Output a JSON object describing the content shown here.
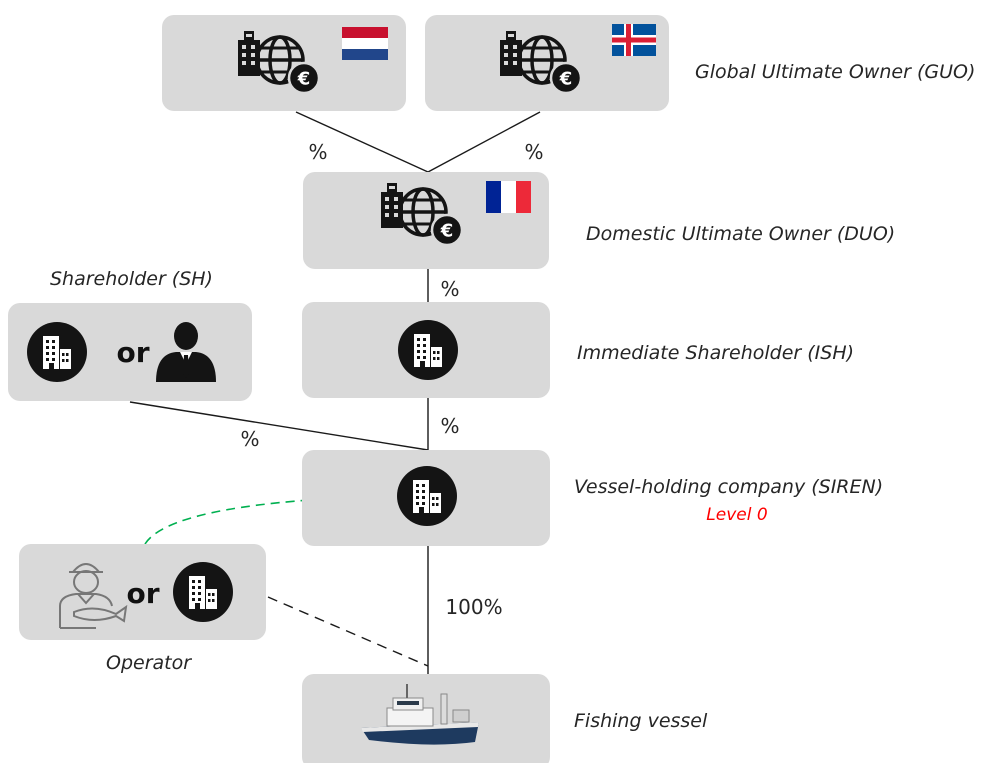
{
  "levels": {
    "guo": "Global Ultimate Owner (GUO)",
    "duo": "Domestic Ultimate Owner (DUO)",
    "ish": "Immediate Shareholder (ISH)",
    "siren": "Vessel-holding company (SIREN)",
    "siren_level": "Level 0",
    "vessel": "Fishing vessel"
  },
  "side_labels": {
    "shareholder": "Shareholder (SH)",
    "operator": "Operator"
  },
  "connectors": {
    "guo_left_pct": "%",
    "guo_right_pct": "%",
    "duo_ish_pct": "%",
    "ish_siren_pct": "%",
    "sh_siren_pct": "%",
    "siren_vessel_pct": "100%"
  },
  "or_text": {
    "shareholder_or": "or",
    "operator_or": "or"
  },
  "flags": {
    "guo_left": "Netherlands",
    "guo_right": "Iceland",
    "duo": "France"
  },
  "icons": {
    "corporate_group": "building-globe-euro-icon",
    "company": "building-circle-icon",
    "person": "businessman-icon",
    "fisher": "fisherman-icon",
    "vessel": "fishing-vessel-icon"
  },
  "colors": {
    "box": "#d9d9d9",
    "level_text": "#ff0000",
    "operator_arrow": "#00b050",
    "line": "#1a1a1a"
  }
}
